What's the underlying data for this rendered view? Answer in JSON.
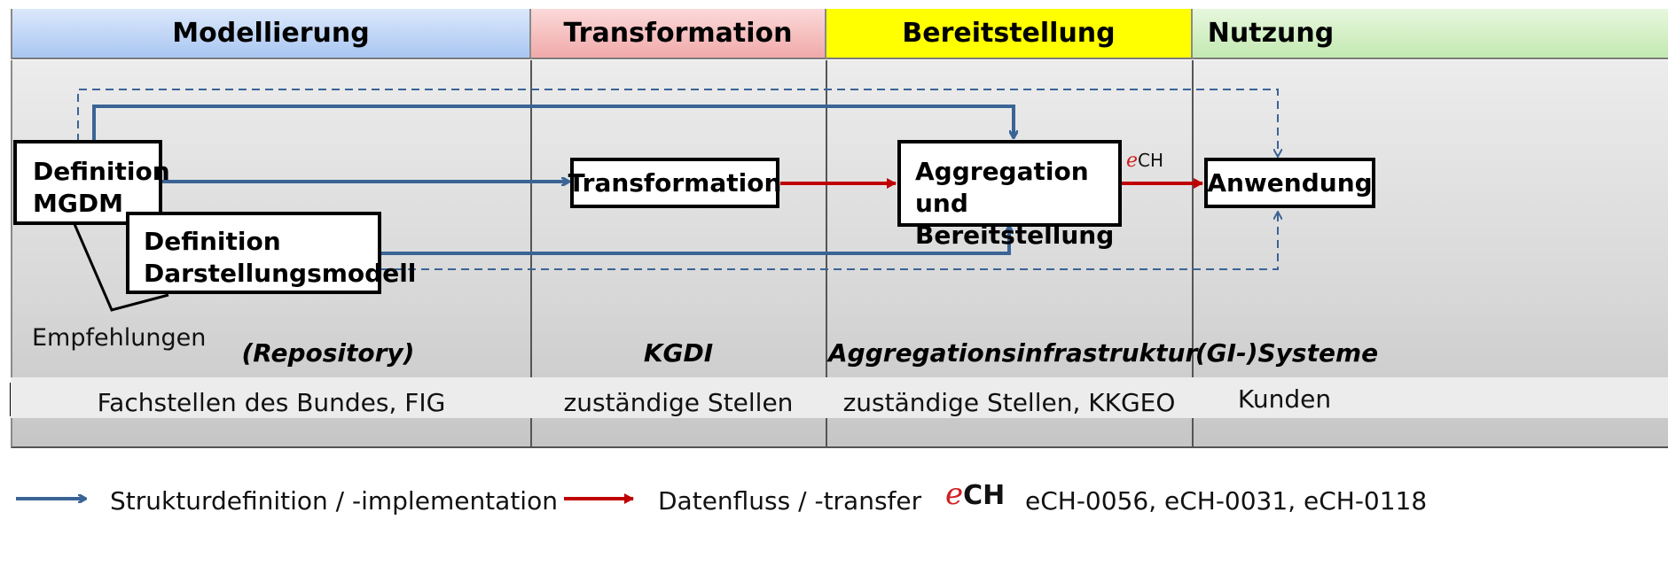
{
  "headers": {
    "modellierung": "Modellierung",
    "transformation": "Transformation",
    "bereitstellung": "Bereitstellung",
    "nutzung": "Nutzung"
  },
  "colors": {
    "modellierung": "#bcd4f5",
    "transformation": "#f3b8b8",
    "bereitstellung": "#ffff00",
    "nutzung": "#cfeec0",
    "struktur_arrow": "#3a6496",
    "daten_arrow": "#c00000"
  },
  "boxes": {
    "definition_mgdm_line1": "Definition",
    "definition_mgdm_line2": "MGDM",
    "definition_darstellung_line1": "Definition",
    "definition_darstellung_line2": "Darstellungsmodell",
    "transformation": "Transformation",
    "aggregation_line1": "Aggregation und",
    "aggregation_line2": "Bereitstellung",
    "anwendung": "Anwendung"
  },
  "labels": {
    "empfehlungen": "Empfehlungen",
    "repository": "(Repository)",
    "kgdi": "KGDI",
    "aggregationsinfrastruktur": "Aggregationsinfrastruktur",
    "systeme": "(GI-)Systeme"
  },
  "ech_logo": {
    "e": "e",
    "ch": "CH"
  },
  "responsibilities": {
    "modellierung": "Fachstellen des Bundes, FIG",
    "transformation": "zuständige Stellen",
    "bereitstellung": "zuständige Stellen, KKGEO",
    "nutzung": "Kunden"
  },
  "legend": {
    "struktur": "Strukturdefinition / -implementation",
    "daten": "Datenfluss / -transfer",
    "standards": "eCH-0056, eCH-0031, eCH-0118"
  }
}
